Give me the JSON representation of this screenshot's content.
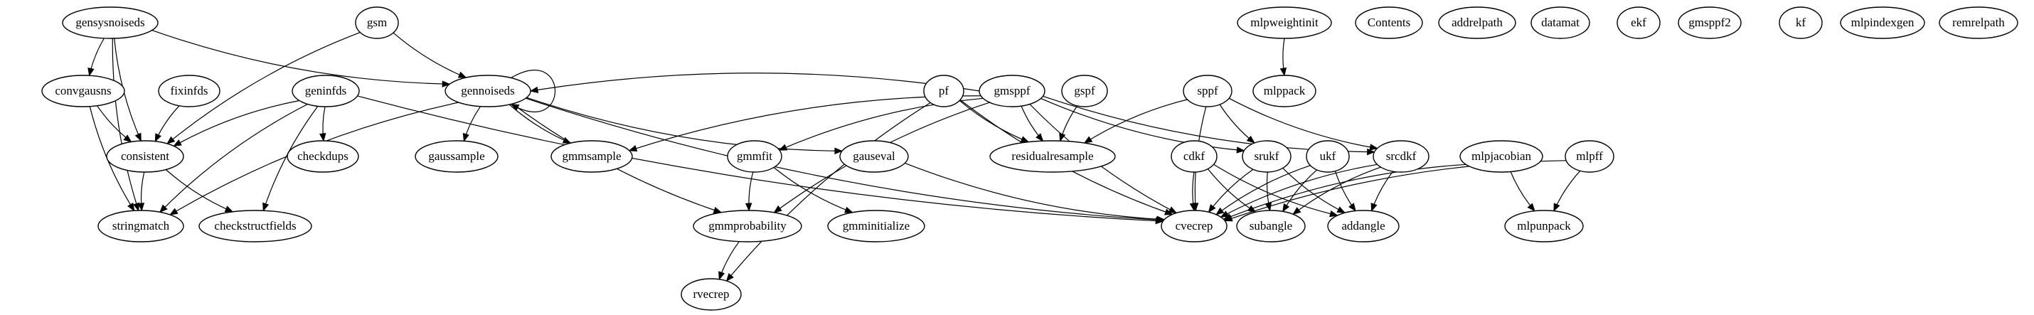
{
  "graph": {
    "nodes": [
      {
        "id": "gensysnoiseds",
        "label": "gensysnoiseds"
      },
      {
        "id": "gsm",
        "label": "gsm"
      },
      {
        "id": "convgausns",
        "label": "convgausns"
      },
      {
        "id": "fixinfds",
        "label": "fixinfds"
      },
      {
        "id": "geninfds",
        "label": "geninfds"
      },
      {
        "id": "gennoiseds",
        "label": "gennoiseds"
      },
      {
        "id": "consistent",
        "label": "consistent"
      },
      {
        "id": "checkdups",
        "label": "checkdups"
      },
      {
        "id": "gaussample",
        "label": "gaussample"
      },
      {
        "id": "gmmsample",
        "label": "gmmsample"
      },
      {
        "id": "stringmatch",
        "label": "stringmatch"
      },
      {
        "id": "checkstructfields",
        "label": "checkstructfields"
      },
      {
        "id": "pf",
        "label": "pf"
      },
      {
        "id": "gmsppf",
        "label": "gmsppf"
      },
      {
        "id": "gspf",
        "label": "gspf"
      },
      {
        "id": "sppf",
        "label": "sppf"
      },
      {
        "id": "gmmfit",
        "label": "gmmfit"
      },
      {
        "id": "gauseval",
        "label": "gauseval"
      },
      {
        "id": "residualresample",
        "label": "residualresample"
      },
      {
        "id": "gmmprobability",
        "label": "gmmprobability"
      },
      {
        "id": "gmminitialize",
        "label": "gmminitialize"
      },
      {
        "id": "rvecrep",
        "label": "rvecrep"
      },
      {
        "id": "cdkf",
        "label": "cdkf"
      },
      {
        "id": "srukf",
        "label": "srukf"
      },
      {
        "id": "ukf",
        "label": "ukf"
      },
      {
        "id": "srcdkf",
        "label": "srcdkf"
      },
      {
        "id": "mlpjacobian",
        "label": "mlpjacobian"
      },
      {
        "id": "mlpff",
        "label": "mlpff"
      },
      {
        "id": "cvecrep",
        "label": "cvecrep"
      },
      {
        "id": "subangle",
        "label": "subangle"
      },
      {
        "id": "addangle",
        "label": "addangle"
      },
      {
        "id": "mlpunpack",
        "label": "mlpunpack"
      },
      {
        "id": "mlpweightinit",
        "label": "mlpweightinit"
      },
      {
        "id": "mlppack",
        "label": "mlppack"
      },
      {
        "id": "Contents",
        "label": "Contents"
      },
      {
        "id": "addrelpath",
        "label": "addrelpath"
      },
      {
        "id": "datamat",
        "label": "datamat"
      },
      {
        "id": "ekf",
        "label": "ekf"
      },
      {
        "id": "gmsppf2",
        "label": "gmsppf2"
      },
      {
        "id": "kf",
        "label": "kf"
      },
      {
        "id": "mlpindexgen",
        "label": "mlpindexgen"
      },
      {
        "id": "remrelpath",
        "label": "remrelpath"
      }
    ],
    "edges": [
      {
        "from": "gensysnoiseds",
        "to": "convgausns"
      },
      {
        "from": "gensysnoiseds",
        "to": "consistent"
      },
      {
        "from": "gensysnoiseds",
        "to": "stringmatch"
      },
      {
        "from": "gensysnoiseds",
        "to": "gennoiseds"
      },
      {
        "from": "gsm",
        "to": "gennoiseds"
      },
      {
        "from": "gsm",
        "to": "consistent"
      },
      {
        "from": "convgausns",
        "to": "consistent"
      },
      {
        "from": "convgausns",
        "to": "stringmatch"
      },
      {
        "from": "fixinfds",
        "to": "consistent"
      },
      {
        "from": "geninfds",
        "to": "consistent"
      },
      {
        "from": "geninfds",
        "to": "checkdups"
      },
      {
        "from": "geninfds",
        "to": "stringmatch"
      },
      {
        "from": "geninfds",
        "to": "checkstructfields"
      },
      {
        "from": "geninfds",
        "to": "cvecrep"
      },
      {
        "from": "gennoiseds",
        "to": "gennoiseds"
      },
      {
        "from": "gennoiseds",
        "to": "gaussample"
      },
      {
        "from": "gennoiseds",
        "to": "gmmsample"
      },
      {
        "from": "gennoiseds",
        "to": "gauseval"
      },
      {
        "from": "gennoiseds",
        "to": "gmmprobability"
      },
      {
        "from": "gennoiseds",
        "to": "stringmatch"
      },
      {
        "from": "gennoiseds",
        "to": "cvecrep"
      },
      {
        "from": "consistent",
        "to": "stringmatch"
      },
      {
        "from": "consistent",
        "to": "checkstructfields"
      },
      {
        "from": "pf",
        "to": "residualresample"
      },
      {
        "from": "pf",
        "to": "cvecrep"
      },
      {
        "from": "pf",
        "to": "rvecrep"
      },
      {
        "from": "gmsppf",
        "to": "gennoiseds"
      },
      {
        "from": "gmsppf",
        "to": "residualresample"
      },
      {
        "from": "gmsppf",
        "to": "gmmsample"
      },
      {
        "from": "gmsppf",
        "to": "gmmfit"
      },
      {
        "from": "gmsppf",
        "to": "gmmprobability"
      },
      {
        "from": "gmsppf",
        "to": "srukf"
      },
      {
        "from": "gmsppf",
        "to": "srcdkf"
      },
      {
        "from": "gmsppf",
        "to": "cvecrep"
      },
      {
        "from": "gspf",
        "to": "residualresample"
      },
      {
        "from": "sppf",
        "to": "residualresample"
      },
      {
        "from": "sppf",
        "to": "srukf"
      },
      {
        "from": "sppf",
        "to": "srcdkf"
      },
      {
        "from": "sppf",
        "to": "cvecrep"
      },
      {
        "from": "gmmfit",
        "to": "gmmprobability"
      },
      {
        "from": "gmmfit",
        "to": "gmminitialize"
      },
      {
        "from": "gauseval",
        "to": "cvecrep"
      },
      {
        "from": "gmmprobability",
        "to": "rvecrep"
      },
      {
        "from": "cdkf",
        "to": "cvecrep"
      },
      {
        "from": "cdkf",
        "to": "subangle"
      },
      {
        "from": "cdkf",
        "to": "addangle"
      },
      {
        "from": "srukf",
        "to": "cvecrep"
      },
      {
        "from": "srukf",
        "to": "subangle"
      },
      {
        "from": "srukf",
        "to": "addangle"
      },
      {
        "from": "ukf",
        "to": "cvecrep"
      },
      {
        "from": "ukf",
        "to": "subangle"
      },
      {
        "from": "ukf",
        "to": "addangle"
      },
      {
        "from": "srcdkf",
        "to": "cvecrep"
      },
      {
        "from": "srcdkf",
        "to": "subangle"
      },
      {
        "from": "srcdkf",
        "to": "addangle"
      },
      {
        "from": "mlpjacobian",
        "to": "mlpunpack"
      },
      {
        "from": "mlpjacobian",
        "to": "cvecrep"
      },
      {
        "from": "mlpff",
        "to": "mlpunpack"
      },
      {
        "from": "mlpff",
        "to": "cvecrep"
      },
      {
        "from": "mlpweightinit",
        "to": "mlppack"
      }
    ]
  }
}
